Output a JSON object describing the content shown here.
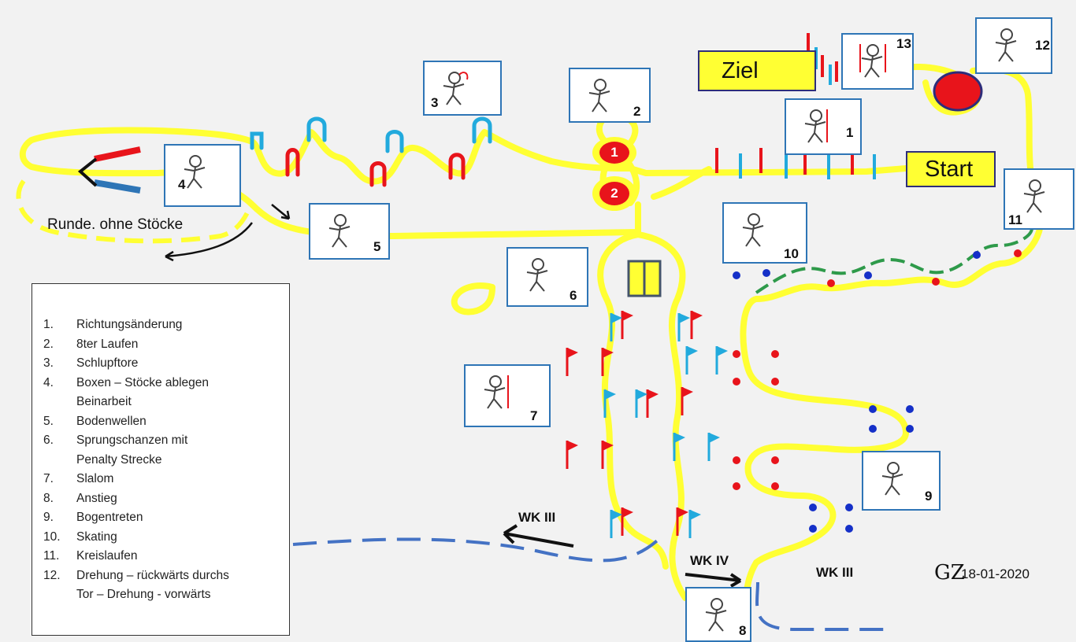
{
  "signs": {
    "start": "Start",
    "ziel": "Ziel"
  },
  "loop_label": "Runde. ohne Stöcke",
  "circles": [
    "1",
    "2"
  ],
  "wk": {
    "iii_left": "WK III",
    "iv": "WK IV",
    "iii_right": "WK III"
  },
  "date": "18-01-2020",
  "initials": "GZ",
  "stations": [
    "1",
    "2",
    "3",
    "4",
    "5",
    "6",
    "7",
    "8",
    "9",
    "10",
    "11",
    "12",
    "13"
  ],
  "legend": [
    {
      "n": "1.",
      "t": "Richtungsänderung"
    },
    {
      "n": "2.",
      "t": "8ter Laufen"
    },
    {
      "n": "3.",
      "t": "Schlupftore"
    },
    {
      "n": "4.",
      "t": "Boxen – Stöcke ablegen\nBeinarbeit"
    },
    {
      "n": "5.",
      "t": "Bodenwellen"
    },
    {
      "n": "6.",
      "t": "Sprungschanzen mit\nPenalty Strecke"
    },
    {
      "n": "7.",
      "t": "Slalom"
    },
    {
      "n": "8.",
      "t": "Anstieg"
    },
    {
      "n": "9.",
      "t": "Bogentreten"
    },
    {
      "n": "10.",
      "t": "Skating"
    },
    {
      "n": "11.",
      "t": "Kreislaufen"
    },
    {
      "n": "12.",
      "t": "Drehung – rückwärts durchs\nTor – Drehung - vorwärts"
    }
  ],
  "colors": {
    "track": "#ffff33",
    "gate_red": "#e8141b",
    "gate_blue": "#22aadd",
    "dash_blue": "#4472c4",
    "dash_green": "#2e9a4a",
    "frame": "#2e75b6"
  }
}
